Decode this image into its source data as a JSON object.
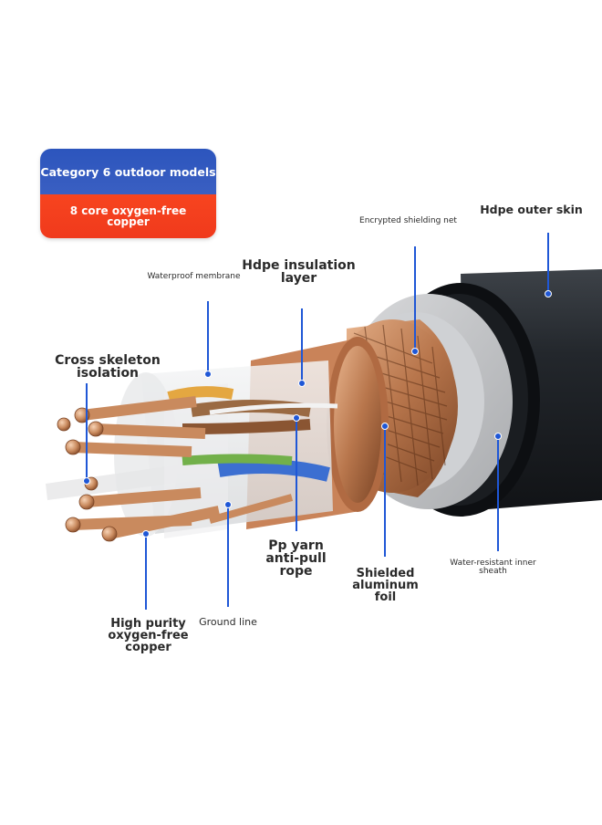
{
  "badge": {
    "title": "Category 6 outdoor models",
    "subtitle": "8 core oxygen-free copper",
    "colors": {
      "top": "#2f55c0",
      "bottom": "#f3401d"
    }
  },
  "labels": {
    "hdpe_outer_skin": "Hdpe outer skin",
    "encrypted_shielding_net": "Encrypted shielding net",
    "hdpe_insulation_layer": "Hdpe insulation layer",
    "waterproof_membrane": "Waterproof membrane",
    "cross_skeleton_isolation": "Cross skeleton isolation",
    "pp_yarn_rope": "Pp yarn anti-pull rope",
    "shielded_aluminum_foil": "Shielded aluminum foil",
    "water_resistant_inner_sheath": "Water-resistant inner sheath",
    "high_purity_copper": "High purity oxygen-free copper",
    "ground_line": "Ground line"
  },
  "colors": {
    "leader_line": "#1f57d6",
    "outer_skin": "#1d2127",
    "inner_sheath": "#c4c6c9",
    "copper": "#c7865b"
  }
}
